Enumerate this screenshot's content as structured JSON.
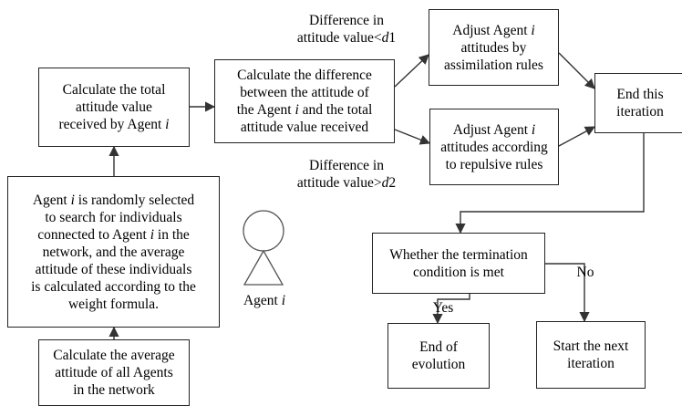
{
  "nodes": {
    "calc_total": [
      "Calculate the total",
      "attitude value",
      "received by Agent |i|"
    ],
    "calc_diff": [
      "Calculate the difference",
      "between the attitude of",
      "the Agent |i| and the total",
      "attitude value received"
    ],
    "adjust_assim": [
      "Adjust Agent |i|",
      "attitudes by",
      "assimilation rules"
    ],
    "adjust_repul": [
      "Adjust Agent |i|",
      "attitudes according",
      "to repulsive rules"
    ],
    "end_iter": [
      "End this",
      "iteration"
    ],
    "agent_select": [
      "Agent |i| is randomly selected",
      "to search for individuals",
      "connected to Agent |i| in the",
      "network, and the average",
      "attitude of these individuals",
      "is calculated according to the",
      "weight formula."
    ],
    "calc_avg": [
      "Calculate the average",
      "attitude of all Agents",
      "in the network"
    ],
    "termination": [
      "Whether the termination",
      "condition is met"
    ],
    "end_evo": [
      "End of",
      "evolution"
    ],
    "start_next": [
      "Start the next",
      "iteration"
    ]
  },
  "labels": {
    "diff_lt": [
      "Difference in",
      "attitude value<|d|1"
    ],
    "diff_gt": [
      "Difference in",
      "attitude value>|d|2"
    ],
    "yes": [
      "Yes"
    ],
    "no": [
      "No"
    ],
    "agent_caption": [
      "Agent |i|"
    ]
  }
}
